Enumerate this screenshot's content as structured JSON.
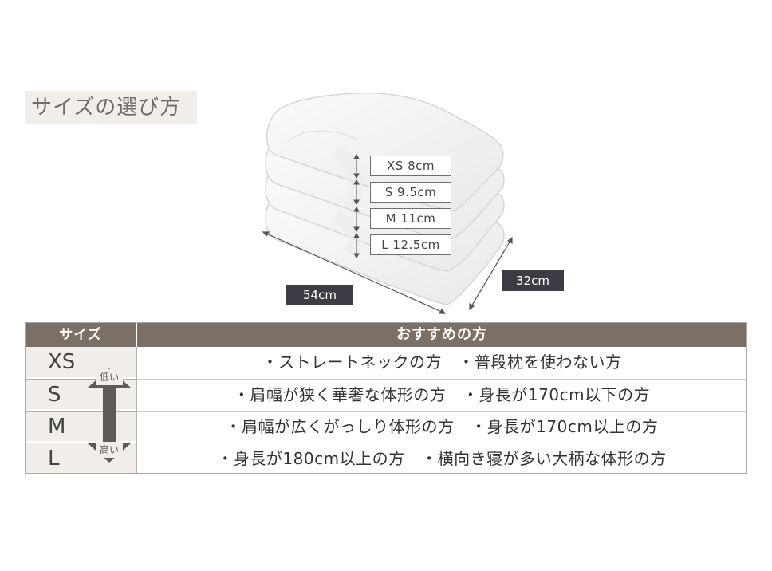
{
  "section_title": "サイズの選び方",
  "illustration": {
    "height_labels": [
      "XS 8cm",
      "S 9.5cm",
      "M 11cm",
      "L 12.5cm"
    ],
    "width_label": "54cm",
    "depth_label": "32cm"
  },
  "table": {
    "header_size": "サイズ",
    "header_recommend": "おすすめの方",
    "rows": [
      {
        "size": "XS",
        "recommend": "・ストレートネックの方　・普段枕を使わない方"
      },
      {
        "size": "S",
        "recommend": "・肩幅が狭く華奢な体形の方　・身長が170cm以下の方"
      },
      {
        "size": "M",
        "recommend": "・肩幅が広くがっしり体形の方　・身長が170cm以上の方"
      },
      {
        "size": "L",
        "recommend": "・身長が180cm以上の方　・横向き寝が多い大柄な体形の方"
      }
    ],
    "arrow_low_label": "低い",
    "arrow_high_label": "高い"
  },
  "colors": {
    "header_bg": "#7b7068",
    "title_bg": "#f1ede8",
    "dimension_label_bg": "#3c3d44"
  }
}
